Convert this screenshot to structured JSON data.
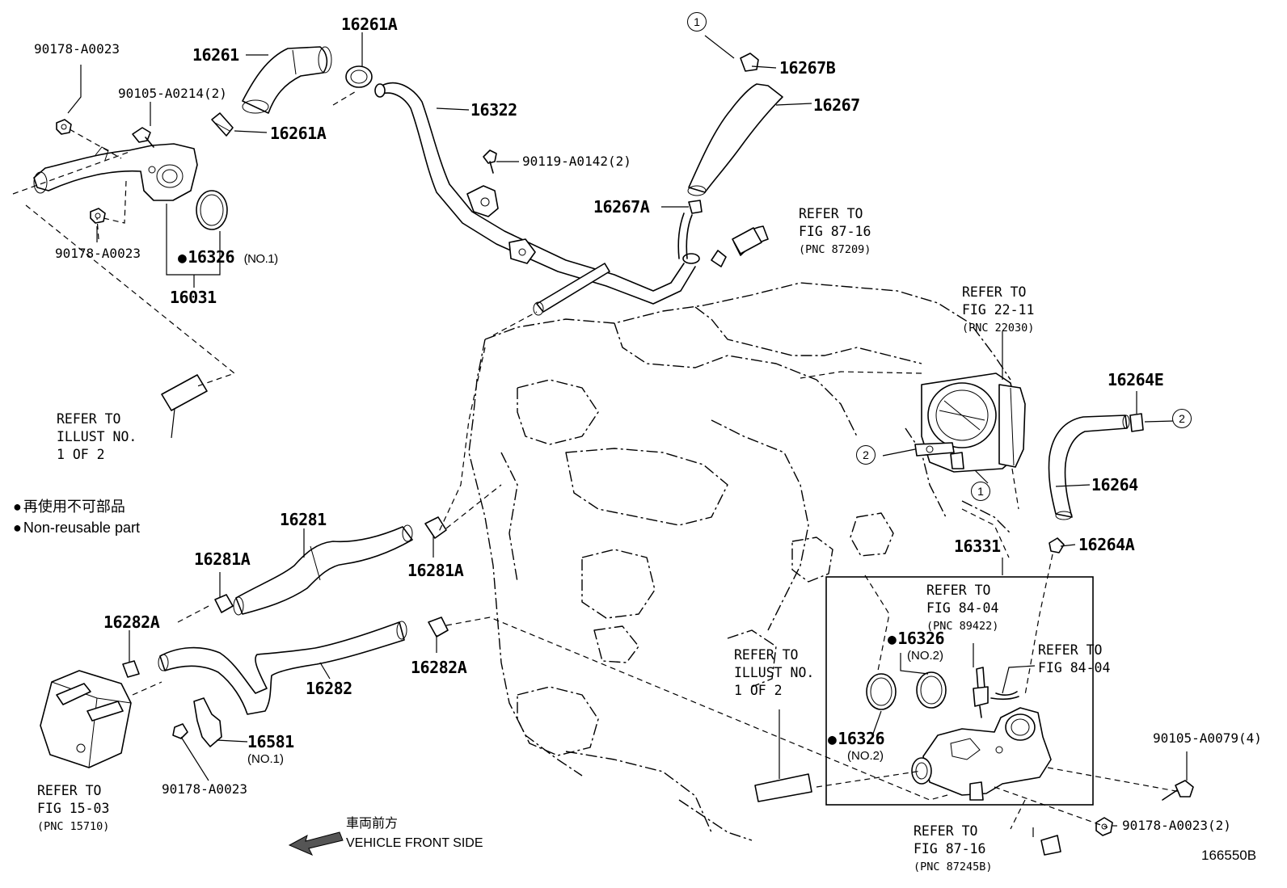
{
  "diagram_id": "166550B",
  "parts": {
    "p90178_a0023_top": "90178-A0023",
    "p90105_a0214": "90105-A0214(2)",
    "p16261": "16261",
    "p16261a_top": "16261A",
    "p16261a_mid": "16261A",
    "p16322": "16322",
    "p90119_a0142": "90119-A0142(2)",
    "p16267b": "16267B",
    "p16267": "16267",
    "p16267a": "16267A",
    "p90178_a0023_left": "90178-A0023",
    "p16326_no1": "16326",
    "p16326_no1_sub": "(NO.1)",
    "p16031": "16031",
    "p16264e": "16264E",
    "p16264": "16264",
    "p16264a": "16264A",
    "p16331": "16331",
    "p16281": "16281",
    "p16281a_left": "16281A",
    "p16281a_right": "16281A",
    "p16282a_left": "16282A",
    "p16282a_right": "16282A",
    "p16282": "16282",
    "p16581": "16581",
    "p16581_sub": "(NO.1)",
    "p90178_a0023_bottom": "90178-A0023",
    "p16326_no2_a": "16326",
    "p16326_no2_a_sub": "(NO.2)",
    "p16326_no2_b": "16326",
    "p16326_no2_b_sub": "(NO.2)",
    "p90105_a0079": "90105-A0079(4)",
    "p90178_a0023_2": "90178-A0023(2)"
  },
  "refs": {
    "fig8716_top": {
      "l1": "REFER TO",
      "l2": "FIG 87-16",
      "l3": "(PNC 87209)"
    },
    "fig2211": {
      "l1": "REFER TO",
      "l2": "FIG 22-11",
      "l3": "(PNC 22030)"
    },
    "illust_left": {
      "l1": "REFER TO",
      "l2": "ILLUST NO.",
      "l3": "1 OF 2"
    },
    "illust_mid": {
      "l1": "REFER TO",
      "l2": "ILLUST NO.",
      "l3": "1 OF 2"
    },
    "fig8404_a": {
      "l1": "REFER TO",
      "l2": "FIG 84-04",
      "l3": "(PNC 89422)"
    },
    "fig8404_b": {
      "l1": "REFER TO",
      "l2": "FIG 84-04"
    },
    "fig1503": {
      "l1": "REFER TO",
      "l2": "FIG 15-03",
      "l3": "(PNC 15710)"
    },
    "fig8716_bottom": {
      "l1": "REFER TO",
      "l2": "FIG 87-16",
      "l3": "(PNC 87245B)"
    }
  },
  "legend": {
    "non_reusable_jp": "再使用不可部品",
    "non_reusable_en": "Non-reusable part"
  },
  "front": {
    "jp": "車両前方",
    "en": "VEHICLE FRONT SIDE"
  },
  "circle_refs": [
    "1",
    "1",
    "2",
    "2"
  ]
}
